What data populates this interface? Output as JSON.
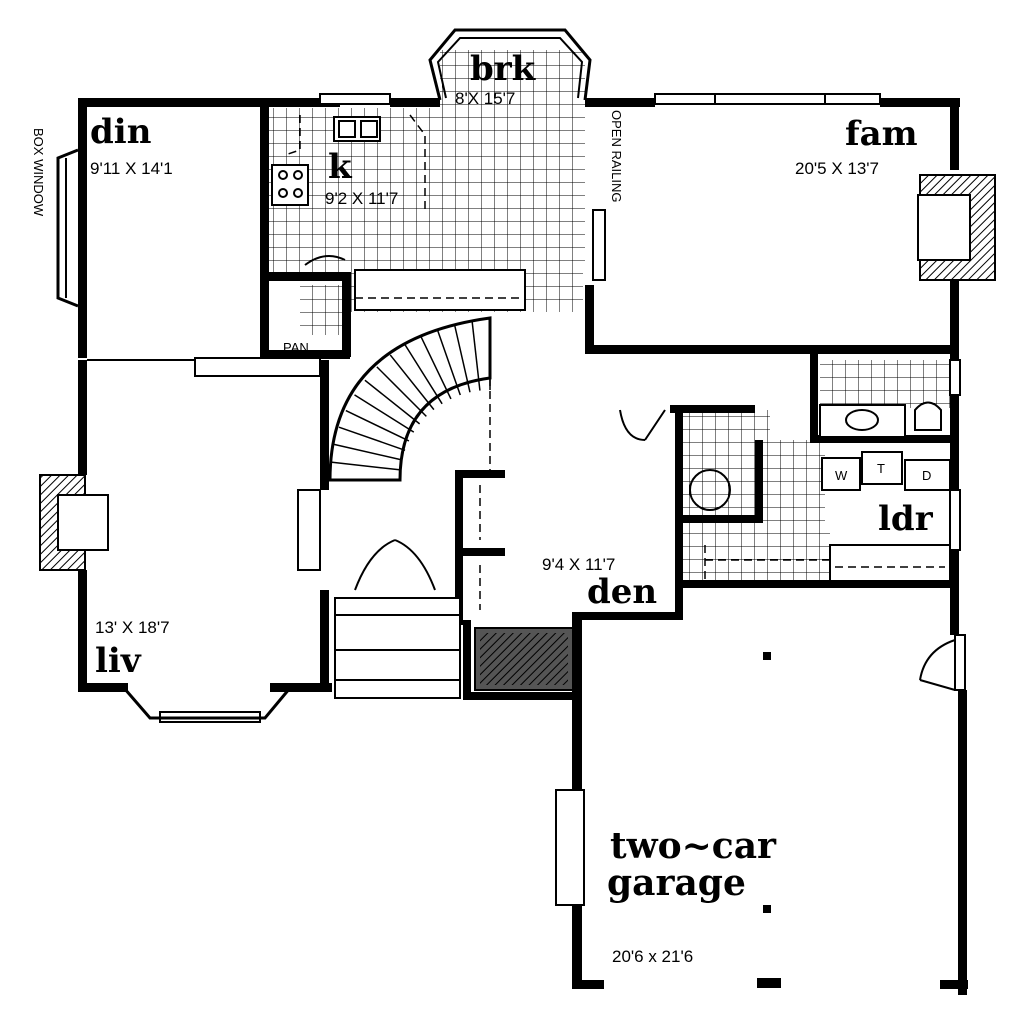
{
  "rooms": {
    "din": {
      "name": "din",
      "dims": "9'11 X 14'1"
    },
    "brk": {
      "name": "brk",
      "dims": "8'X 15'7"
    },
    "k": {
      "name": "k",
      "dims": "9'2 X 11'7"
    },
    "fam": {
      "name": "fam",
      "dims": "20'5  X 13'7"
    },
    "liv": {
      "name": "liv",
      "dims": "13' X 18'7"
    },
    "den": {
      "name": "den",
      "dims": "9'4  X 11'7"
    },
    "ldr": {
      "name": "ldr"
    },
    "garage": {
      "name_line1": "two~car",
      "name_line2": "garage",
      "dims": "20'6  x 21'6"
    }
  },
  "labels": {
    "box_window": "BOX WINDOW",
    "open_railing": "OPEN RAILING",
    "pantry": "PAN.",
    "washer": "W",
    "tub": "T",
    "dryer": "D"
  }
}
